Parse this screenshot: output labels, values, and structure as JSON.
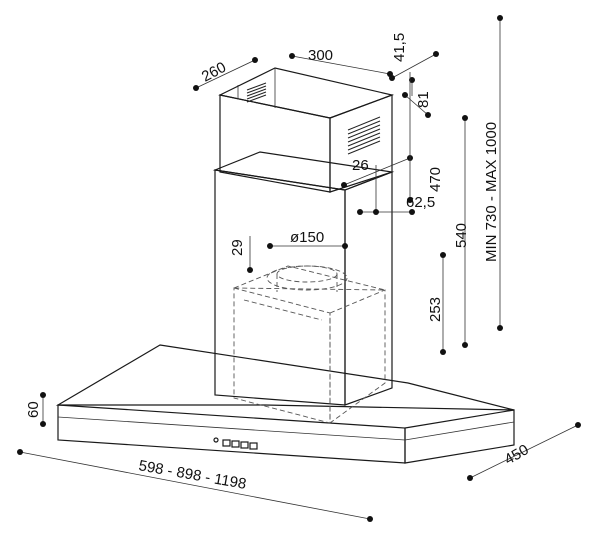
{
  "dimensions": {
    "chimney_depth": "260",
    "chimney_width": "300",
    "top_offset": "41,5",
    "vent_height": "81",
    "vent_inset": "26",
    "upper_section": "470",
    "chimney_offset": "62,5",
    "mid_total": "540",
    "total_height": "MIN 730 - MAX 1000",
    "collar_height": "29",
    "outlet_diameter": "ø150",
    "lower_section": "253",
    "hood_thickness": "60",
    "hood_depth": "450",
    "hood_width": "598 - 898 - 1198"
  },
  "colors": {
    "line": "#1a1a1a",
    "panel_light": "#ececec",
    "panel_mid": "#d6d6d6",
    "panel_dark": "#b9b9b9"
  }
}
